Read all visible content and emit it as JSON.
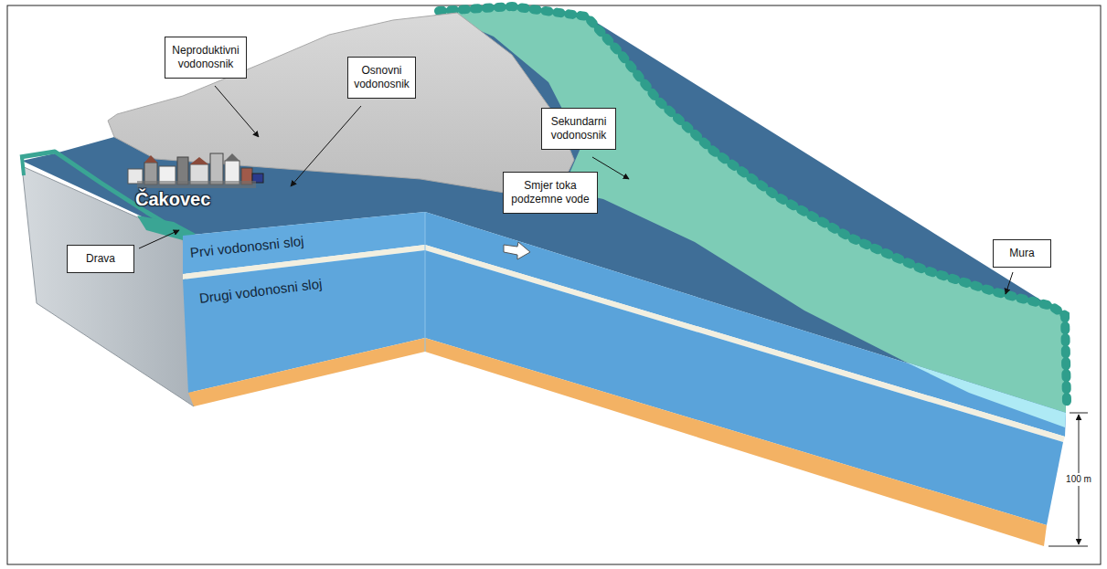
{
  "diagram": {
    "nodes": [
      {
        "text": [
          "Neproduktivni vodonosnik"
        ]
      },
      {
        "text": [
          "Osnovni vodonosnik"
        ]
      },
      {
        "text": [
          "Sekundarni vodonosnik"
        ]
      },
      {
        "text": [
          "Smjer toka podzemne vode"
        ]
      },
      {
        "text": [
          "Mura"
        ]
      },
      {
        "text": [
          "Drava"
        ]
      }
    ],
    "labels": [
      "Čakovec",
      "Prvi vodonosni sloj",
      "Drugi vodonosni sloj",
      "100 m"
    ]
  }
}
